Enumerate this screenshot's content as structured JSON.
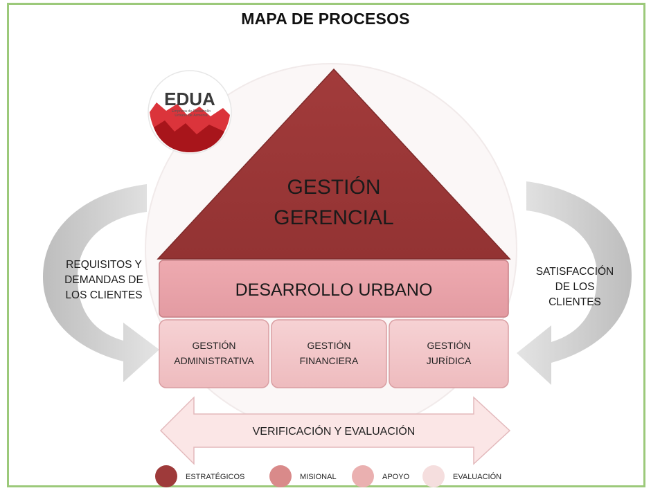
{
  "title": "MAPA DE PROCESOS",
  "logo": {
    "name": "EDUA",
    "subtitle_line1": "Empresa de Desarrollo",
    "subtitle_line2": "Urbano de Armenia"
  },
  "left_label": "REQUISITOS Y\nDEMANDAS DE\nLOS CLIENTES",
  "right_label": "SATISFACCIÓN\nDE LOS\nCLIENTES",
  "strategic": {
    "line1": "GESTIÓN",
    "line2": "GERENCIAL"
  },
  "misional": {
    "label": "DESARROLLO URBANO"
  },
  "apoyo": [
    {
      "line1": "GESTIÓN",
      "line2": "ADMINISTRATIVA"
    },
    {
      "line1": "GESTIÓN",
      "line2": "FINANCIERA"
    },
    {
      "line1": "GESTIÓN",
      "line2": "JURÍDICA"
    }
  ],
  "evaluation": {
    "label": "VERIFICACIÓN Y EVALUACIÓN"
  },
  "legend": [
    {
      "label": "ESTRATÉGICOS",
      "color": "#9e3a3a"
    },
    {
      "label": "MISIONAL",
      "color": "#d98a8a"
    },
    {
      "label": "APOYO",
      "color": "#eab0b0"
    },
    {
      "label": "EVALUACIÓN",
      "color": "#f5dede"
    }
  ],
  "colors": {
    "strategic": "#9e3a3a",
    "misional": "#e8a3a8",
    "apoyo": "#f1c6c8",
    "evaluation": "#fbe6e6",
    "arrow_gray": "#c8c8c8",
    "frame": "#9cc97a"
  }
}
